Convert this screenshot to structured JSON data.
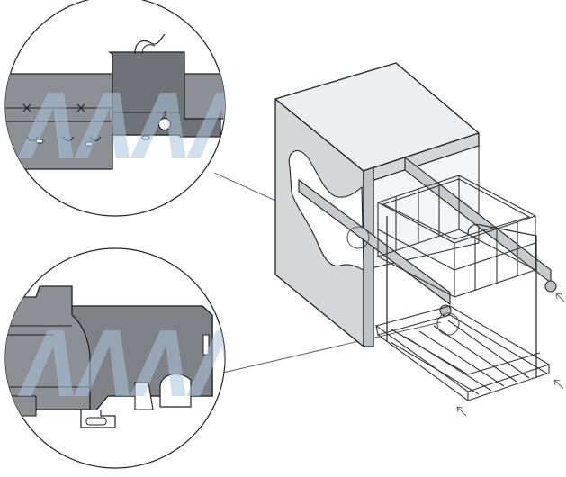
{
  "colors": {
    "background": "#ffffff",
    "outline": "#222222",
    "rail_gray": "#8c8f94",
    "rail_dark": "#6f7277",
    "cabinet_side": "#d4d6d8",
    "cabinet_panel": "#eceeef",
    "watermark": "#aac4dc"
  },
  "watermark": {
    "icon": "mmm-logo-watermark"
  },
  "callouts": [
    {
      "id": "upper-detail",
      "icon": "slide-rail-detail"
    },
    {
      "id": "lower-detail",
      "icon": "basket-clip-detail"
    }
  ],
  "arrows": [
    {
      "id": "arrow-right-top",
      "icon": "direction-arrow"
    },
    {
      "id": "arrow-right-bottom",
      "icon": "direction-arrow"
    },
    {
      "id": "arrow-left-bottom",
      "icon": "direction-arrow"
    }
  ]
}
